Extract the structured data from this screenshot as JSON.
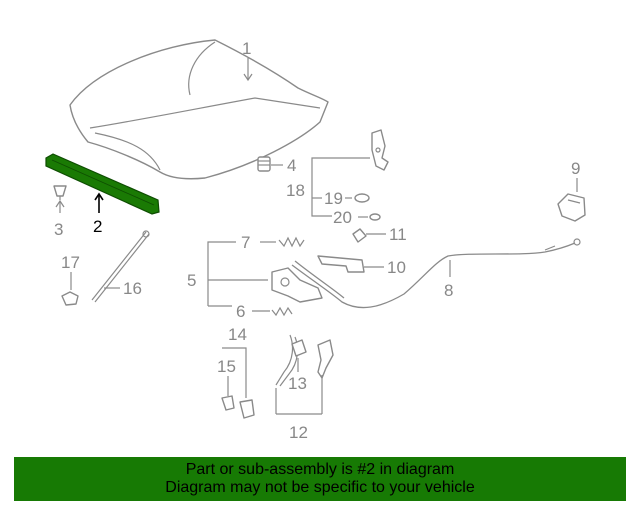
{
  "diagram": {
    "highlight_color": "#1a7a04",
    "callouts": {
      "c1": "1",
      "c2": "2",
      "c3": "3",
      "c4": "4",
      "c5": "5",
      "c6": "6",
      "c7": "7",
      "c8": "8",
      "c9": "9",
      "c10": "10",
      "c11": "11",
      "c12": "12",
      "c13": "13",
      "c14": "14",
      "c15": "15",
      "c16": "16",
      "c17": "17",
      "c18": "18",
      "c19": "19",
      "c20": "20"
    }
  },
  "footer": {
    "background": "#177a04",
    "line1": "Part or sub-assembly is #2 in diagram",
    "line2": "Diagram may not be specific to your vehicle"
  }
}
